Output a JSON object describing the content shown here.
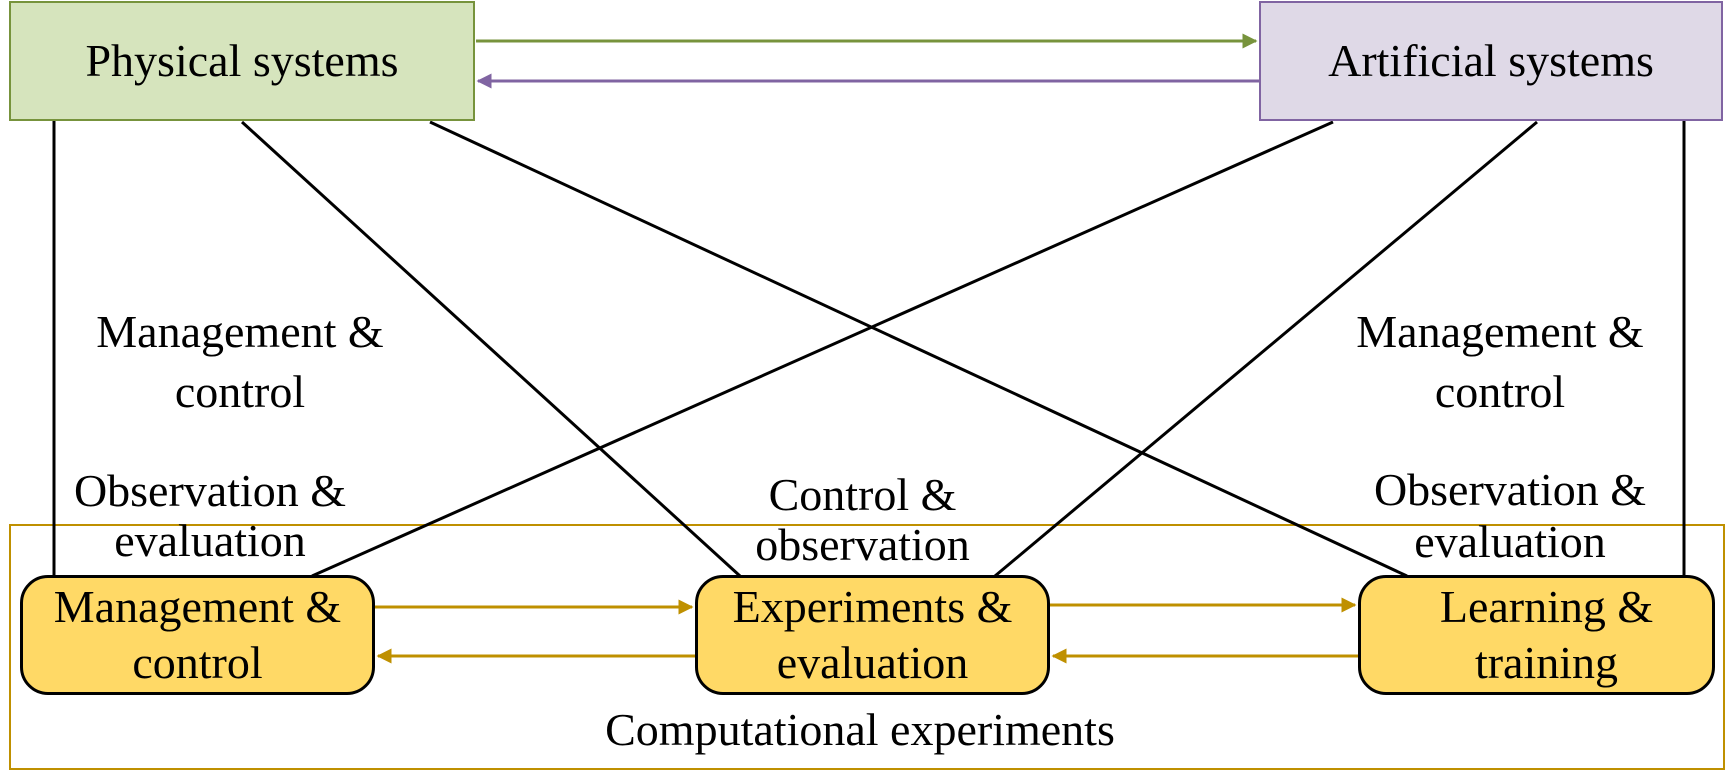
{
  "nodes": {
    "physical": {
      "label": "Physical systems",
      "fill": "#d6e4bd",
      "stroke": "#77933c"
    },
    "artificial": {
      "label": "Artificial systems",
      "fill": "#dfd9e7",
      "stroke": "#8064a2"
    },
    "management": {
      "line1": "Management &",
      "line2": "control"
    },
    "experiments": {
      "line1": "Experiments &",
      "line2": "evaluation"
    },
    "learning": {
      "line1": "Learning &",
      "line2": "training"
    }
  },
  "container": {
    "label": "Computational experiments",
    "stroke": "#bf9000"
  },
  "edge_labels": {
    "left_mgmt": {
      "line1": "Management &",
      "line2": "control"
    },
    "right_mgmt": {
      "line1": "Management &",
      "line2": "control"
    },
    "left_obs": {
      "line1": "Observation &",
      "line2": "evaluation"
    },
    "center_ctrl": {
      "line1": "Control &",
      "line2": "observation"
    },
    "right_obs": {
      "line1": "Observation &",
      "line2": "evaluation"
    }
  },
  "colors": {
    "bottom_box_fill": "#ffd966",
    "bottom_box_stroke": "#000000",
    "orange_arrow": "#bf9000",
    "green_arrow": "#77933c",
    "purple_arrow": "#8064a2",
    "connector": "#000000"
  }
}
